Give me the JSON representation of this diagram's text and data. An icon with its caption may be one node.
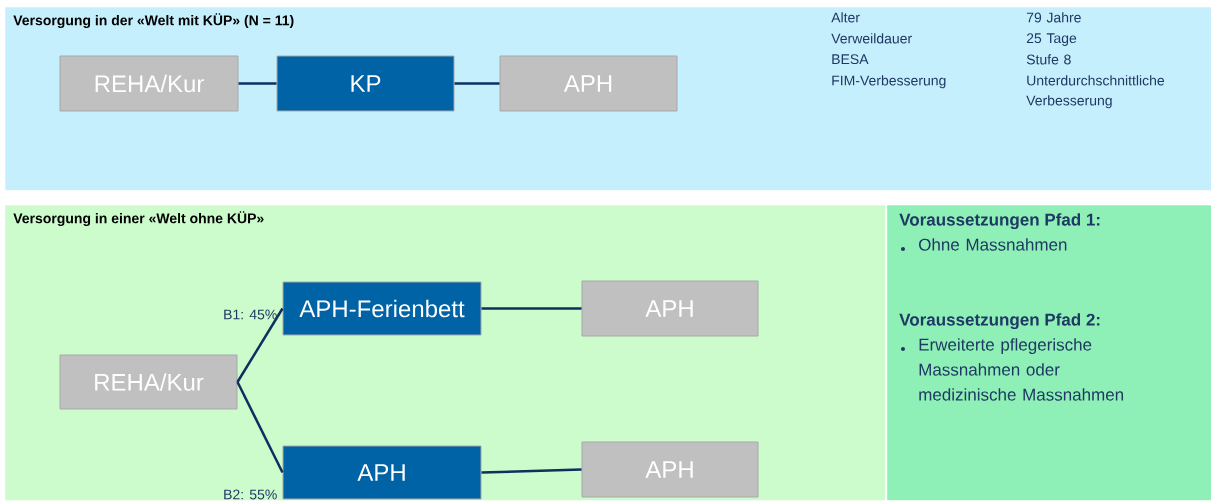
{
  "diagram": {
    "nodes": [
      {
        "text": [
          "Versorgung in der «Welt mit KÜP» (N = 11)"
        ]
      },
      {
        "text": [
          "REHA/Kur"
        ],
        "in": 0
      },
      {
        "text": [
          "KP"
        ],
        "in": 0
      },
      {
        "text": [
          "APH"
        ],
        "in": 0
      },
      {
        "text": [
          "Versorgung in einer «Welt ohne KÜP»"
        ]
      },
      {
        "text": [
          "APH-Ferienbett"
        ],
        "in": 4
      },
      {
        "text": [
          "APH"
        ],
        "in": 4
      },
      {
        "text": [
          "REHA/Kur"
        ],
        "in": 4
      },
      {
        "text": [
          "APH"
        ],
        "in": 4
      },
      {
        "text": [
          "APH"
        ],
        "in": 4
      },
      {
        "text": [
          "Voraussetzungen Pfad 1:",
          "Ohne Massnahmen",
          "Voraussetzungen Pfad 2:",
          "Erweiterte pflegerische Massnahmen oder medizinische Massnahmen"
        ]
      }
    ],
    "edges": [
      {
        "from": 1,
        "to": 2,
        "arrow": "none"
      },
      {
        "from": 2,
        "to": 3,
        "arrow": "none"
      },
      {
        "from": 7,
        "to": 5,
        "arrow": "none",
        "label": "B1: 45%"
      },
      {
        "from": 7,
        "to": 8,
        "arrow": "none",
        "label": "B2: 55%"
      },
      {
        "from": 5,
        "to": 6,
        "arrow": "none"
      },
      {
        "from": 8,
        "to": 9,
        "arrow": "none"
      }
    ],
    "labels": [
      "Alter",
      "79 Jahre",
      "Verweildauer",
      "25 Tage",
      "BESA",
      "Stufe 8",
      "FIM-Verbesserung",
      "Unterdurchschnittliche Verbesserung"
    ]
  }
}
